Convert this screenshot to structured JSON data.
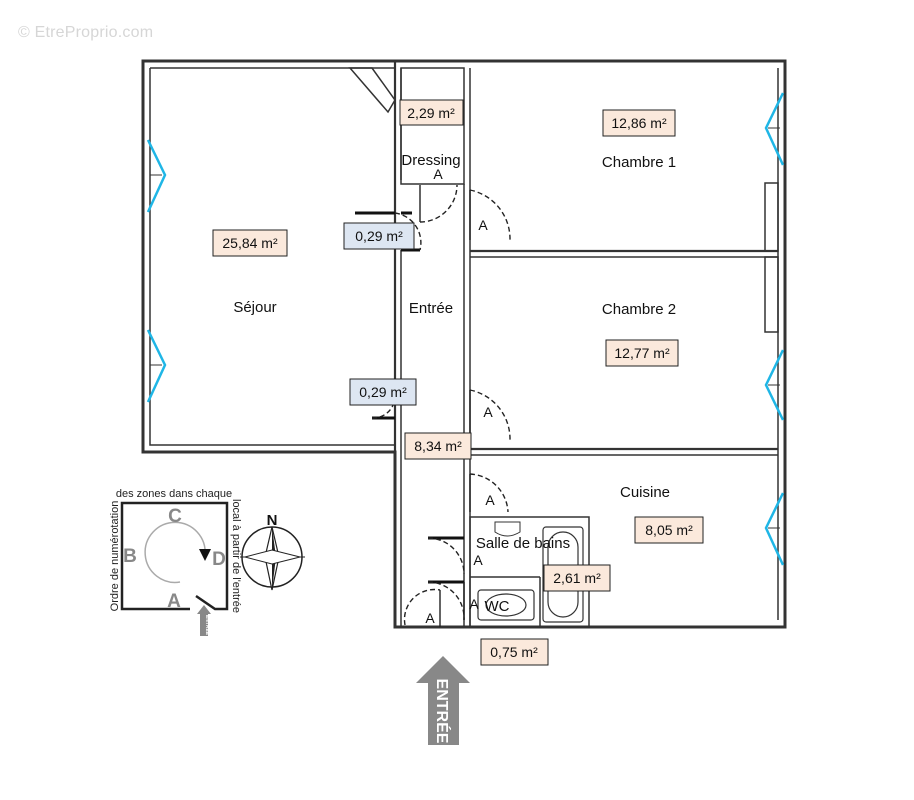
{
  "watermark": "© EtreProprio.com",
  "rooms": {
    "sejour": "Séjour",
    "entree_hall": "Entrée",
    "dressing": "Dressing",
    "chambre1": "Chambre 1",
    "chambre2": "Chambre 2",
    "cuisine": "Cuisine",
    "salle_de_bains": "Salle de bains",
    "wc": "WC"
  },
  "areas": {
    "dressing": "2,29 m²",
    "chambre1": "12,86 m²",
    "sejour": "25,84 m²",
    "placard_top": "0,29 m²",
    "placard_bottom": "0,29 m²",
    "chambre2": "12,77 m²",
    "entree": "8,34 m²",
    "cuisine": "8,05 m²",
    "salle_de_bains": "2,61 m²",
    "wc": "0,75 m²"
  },
  "door_letter": "A",
  "legend": {
    "top_text": "des zones dans chaque",
    "left_text": "Ordre de numérotation",
    "right_text": "local à partir de l'entrée",
    "letters": [
      "A",
      "B",
      "C",
      "D"
    ],
    "small_arrow_text": "ENTRÉE"
  },
  "compass_letter": "N",
  "entrance_arrow": "ENTRÉE",
  "colors": {
    "area_box_fill": "#fbe9dc",
    "area_box_blue_fill": "#dde6f2",
    "window_color": "#1fb6e6",
    "wall_color": "#333333",
    "arrow_gray": "#888888"
  }
}
